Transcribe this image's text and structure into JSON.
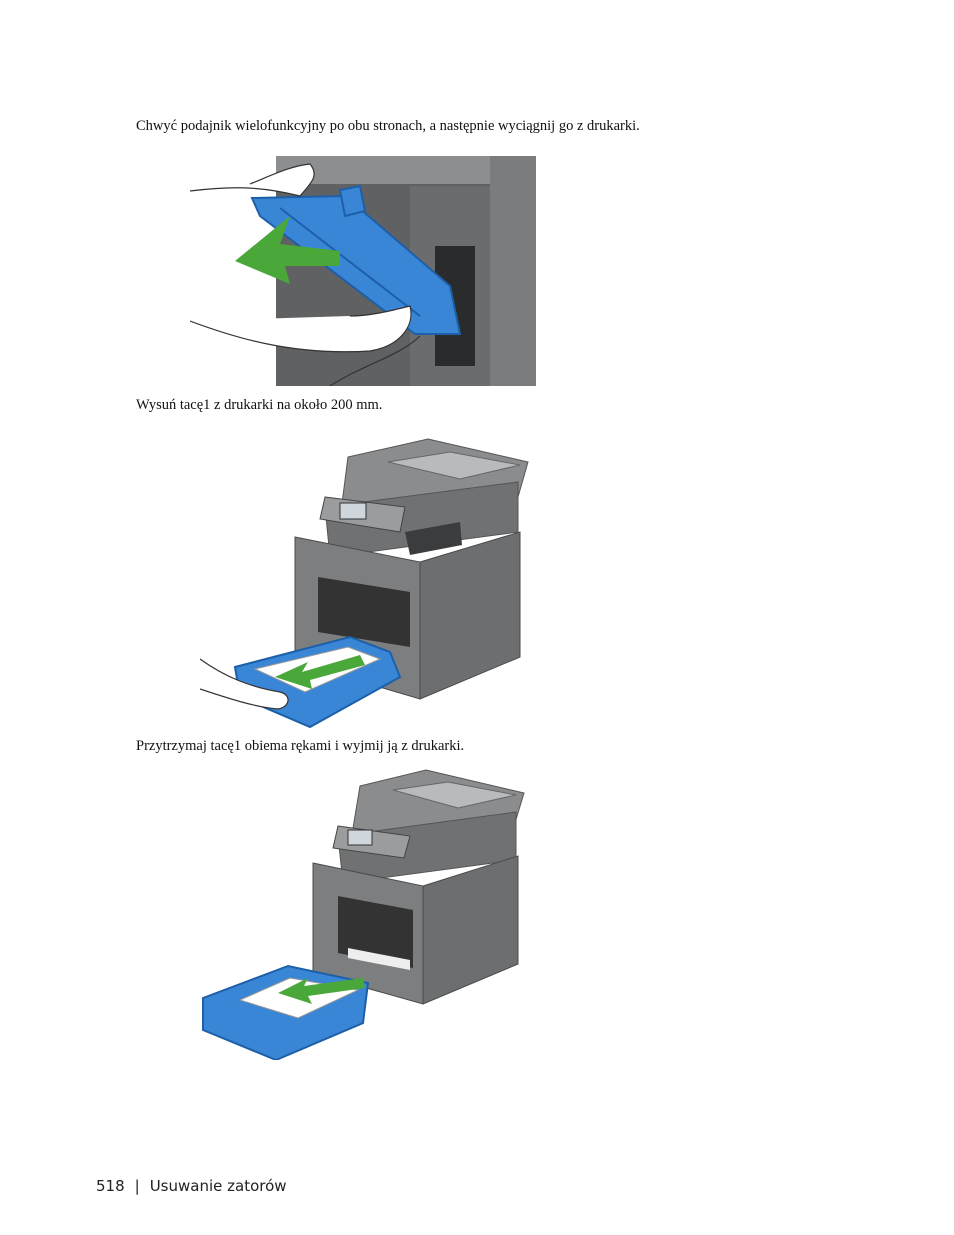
{
  "steps": [
    {
      "text": "Chwyć podajnik wielofunkcyjny po obu stronach, a następnie wyciągnij go z drukarki."
    },
    {
      "text": "Wysuń tacę1 z drukarki na około 200 mm."
    },
    {
      "text": "Przytrzymaj tacę1 obiema rękami i wyjmij ją z drukarki."
    }
  ],
  "footer": {
    "page_number": "518",
    "separator": "|",
    "section": "Usuwanie zatorów"
  },
  "colors": {
    "tray_blue": "#3a86d6",
    "arrow_green": "#4aa83a",
    "printer_gray": "#7c7e80"
  }
}
